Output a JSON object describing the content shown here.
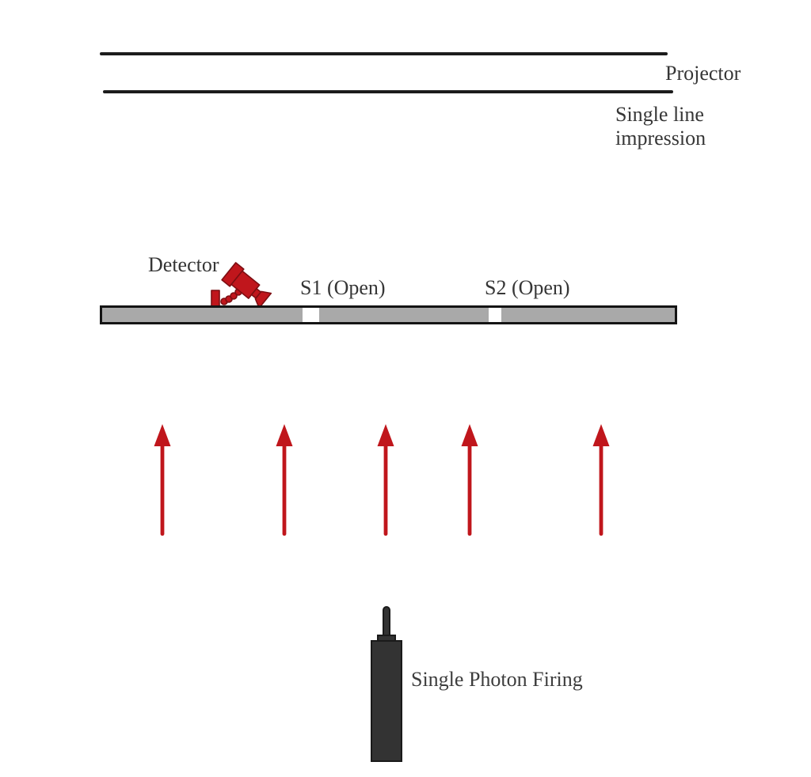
{
  "projector": {
    "label": "Projector"
  },
  "impression": {
    "line1": "Single line",
    "line2": "impression"
  },
  "detector": {
    "label": "Detector",
    "icon": "security-camera-icon"
  },
  "barrier": {
    "slits": [
      {
        "id": "S1",
        "label": "S1 (Open)",
        "state": "open"
      },
      {
        "id": "S2",
        "label": "S2 (Open)",
        "state": "open"
      }
    ]
  },
  "photon_paths": {
    "icon": "up-arrow-icon",
    "count": 5
  },
  "source": {
    "label": "Single Photon Firing",
    "icon": "photon-gun-icon"
  },
  "colors": {
    "photon_red": "#c0161c",
    "barrier_gray": "#a9a9a9",
    "line_ink": "#1c1c1c",
    "gun_dark": "#333333",
    "text_ink": "#363636"
  }
}
